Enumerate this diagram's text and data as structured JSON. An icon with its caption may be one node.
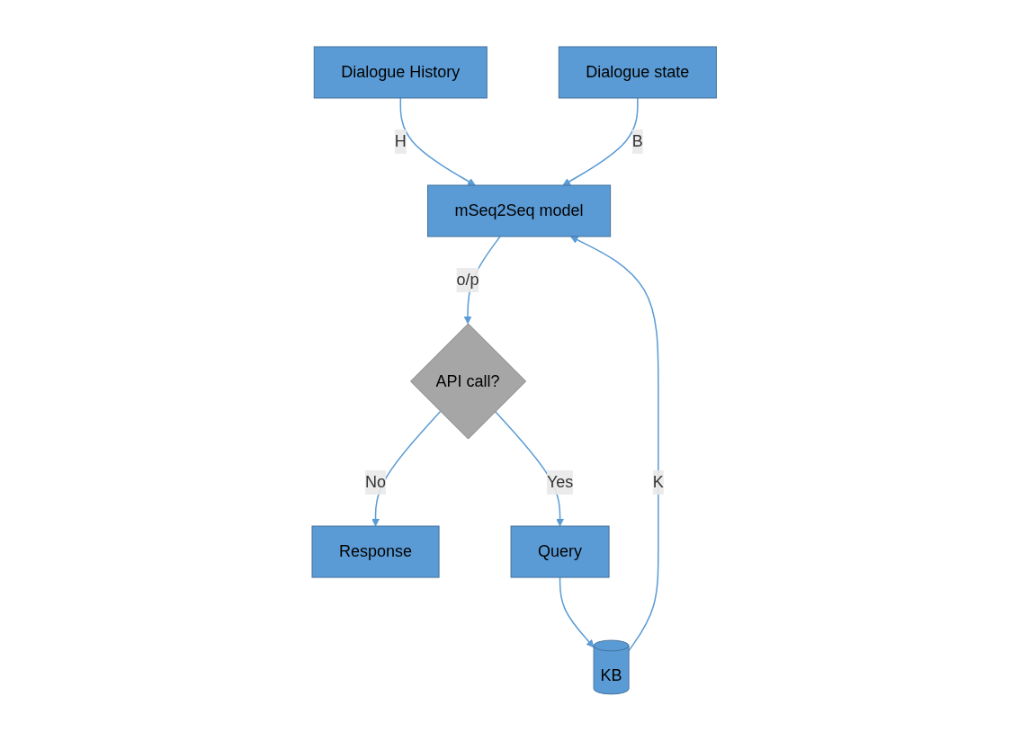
{
  "diagram": {
    "nodes": [
      {
        "text": [
          "Dialogue History"
        ]
      },
      {
        "text": [
          "Dialogue state"
        ]
      },
      {
        "text": [
          "mSeq2Seq model"
        ]
      },
      {
        "text": [
          "KB"
        ]
      },
      {
        "text": [
          "API call?"
        ]
      },
      {
        "text": [
          "Response"
        ]
      },
      {
        "text": [
          "Query"
        ]
      }
    ],
    "edges": [
      {
        "from": 0,
        "to": 2,
        "arrow": "to",
        "label": "H"
      },
      {
        "from": 1,
        "to": 2,
        "arrow": "to",
        "label": "B"
      },
      {
        "from": 3,
        "to": 2,
        "arrow": "to",
        "label": "K"
      },
      {
        "from": 2,
        "to": 4,
        "arrow": "to",
        "label": "o/p"
      },
      {
        "from": 4,
        "to": 5,
        "arrow": "to",
        "label": "No"
      },
      {
        "from": 4,
        "to": 6,
        "arrow": "to",
        "label": "Yes"
      },
      {
        "from": 6,
        "to": 3,
        "arrow": "to"
      }
    ]
  }
}
